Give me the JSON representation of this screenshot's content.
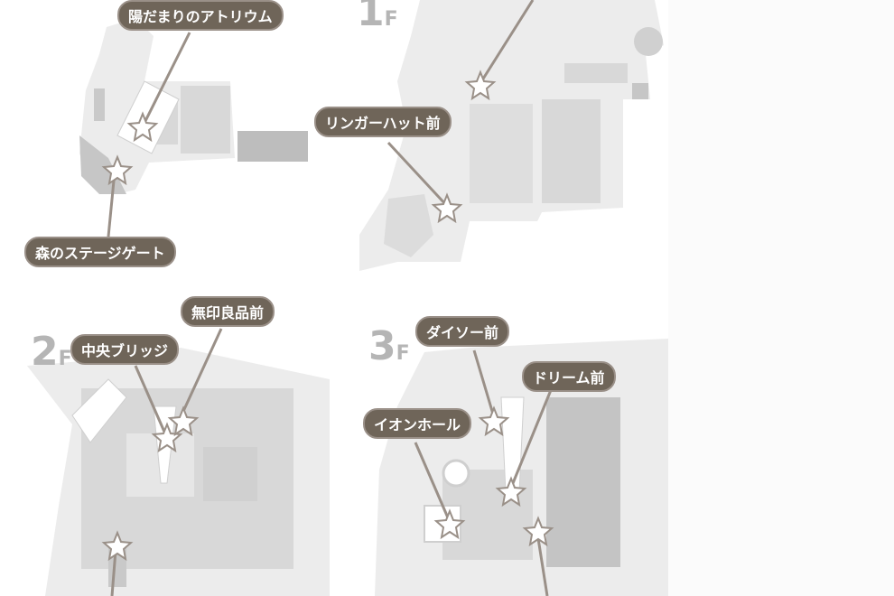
{
  "colors": {
    "floor_fill": "#ececec",
    "store_fill": "#d8d8d8",
    "dark_block": "#bdbdbd",
    "label_bg": "#6f6559",
    "label_text": "#ffffff",
    "floor_text": "#b5b5b5",
    "marker": "#9a9088"
  },
  "icon": "star-marker-icon",
  "floors": [
    {
      "id": "1f",
      "big": "1",
      "small": "F"
    },
    {
      "id": "2f",
      "big": "2",
      "small": "F"
    },
    {
      "id": "3f",
      "big": "3",
      "small": "F"
    }
  ],
  "labels": {
    "hidamari": "陽だまりのアトリウム",
    "mori": "森のステージゲート",
    "ringer": "リンガーハット前",
    "chuo": "中央ブリッジ",
    "muji": "無印良品前",
    "daiso": "ダイソー前",
    "dream": "ドリーム前",
    "aeon_hall": "イオンホール"
  }
}
